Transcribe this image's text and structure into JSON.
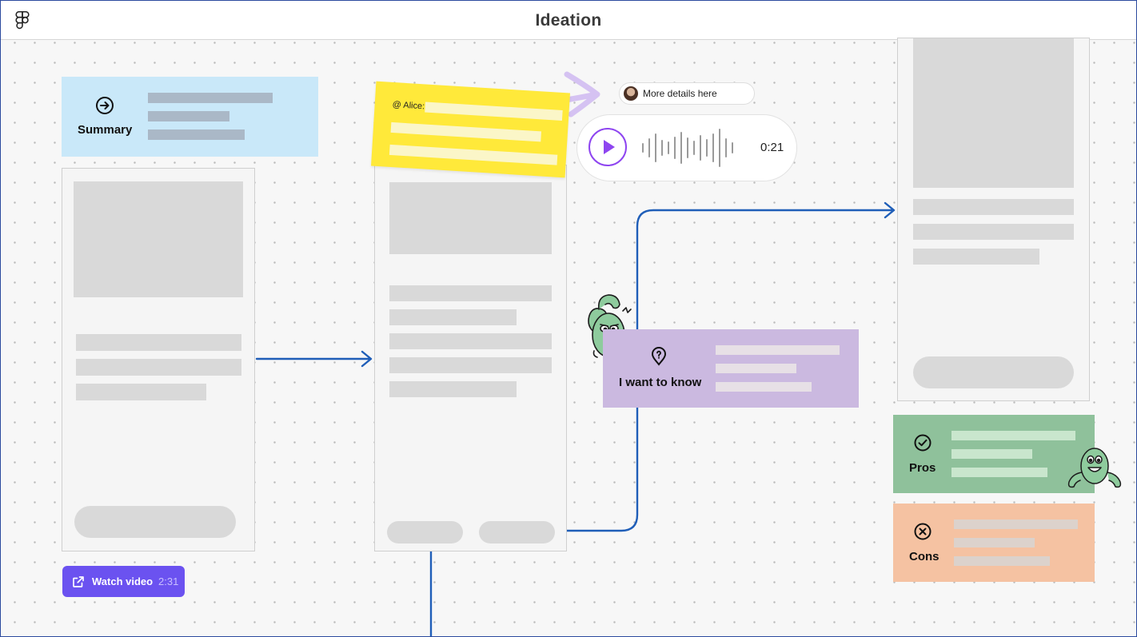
{
  "header": {
    "title": "Ideation",
    "logo_icon": "figma-logo-icon"
  },
  "summary_card": {
    "label": "Summary",
    "icon": "arrow-right-circle-icon",
    "color": "#c9e8f9"
  },
  "sticky_note": {
    "mention": "@ Alice:",
    "color": "#ffe93a"
  },
  "comment": {
    "text": "More details here"
  },
  "audio_message": {
    "duration": "0:21",
    "accent": "#8e45f0"
  },
  "question_card": {
    "label": "I want to know",
    "icon": "location-pin-question-icon",
    "color": "#cbb9e0"
  },
  "pros_card": {
    "label": "Pros",
    "icon": "check-circle-icon",
    "color": "#8fc19b"
  },
  "cons_card": {
    "label": "Cons",
    "icon": "x-circle-icon",
    "color": "#f5c2a2"
  },
  "watch_video": {
    "label": "Watch video",
    "duration": "2:31",
    "icon": "external-link-icon",
    "color": "#6b52f0"
  },
  "connector_color": "#1f5eb8"
}
